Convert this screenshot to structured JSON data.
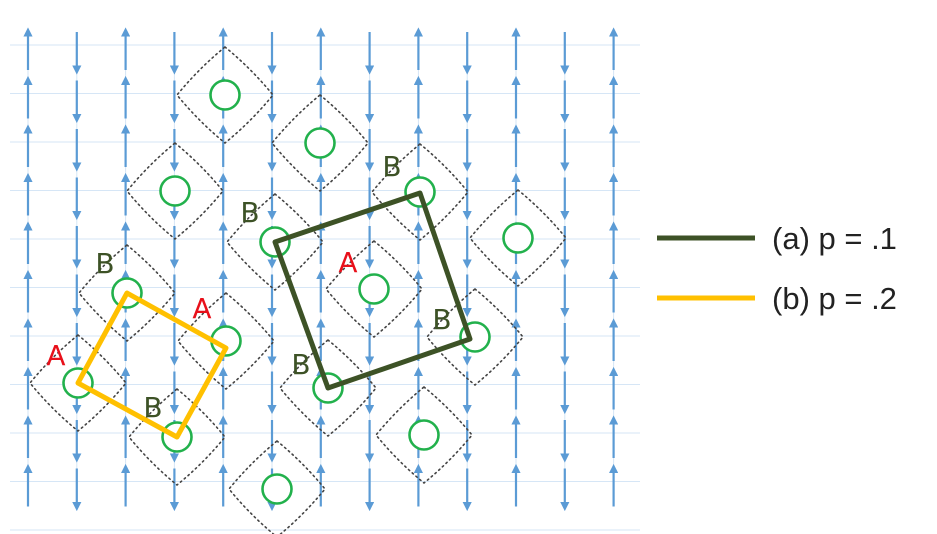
{
  "colors": {
    "grid": "#d6e6f6",
    "arrow": "#5b9bd5",
    "circle": "#22b14c",
    "dots": "#444444",
    "label_A": "#e8101a",
    "label_B": "#3d5226",
    "square_a": "#3d5226",
    "square_b": "#ffc000"
  },
  "labels": {
    "A": "A",
    "B": "B"
  },
  "legend": {
    "items": [
      {
        "id": "a",
        "text": "(a) p = .1",
        "color": "#3d5226"
      },
      {
        "id": "b",
        "text": "(b) p = .2",
        "color": "#ffc000"
      }
    ]
  },
  "arrows": {
    "direction_pattern": [
      "up",
      "down",
      "up",
      "down",
      "up",
      "down",
      "up",
      "down",
      "up",
      "down",
      "up",
      "down",
      "up"
    ],
    "columns": 13,
    "rows": 10
  }
}
